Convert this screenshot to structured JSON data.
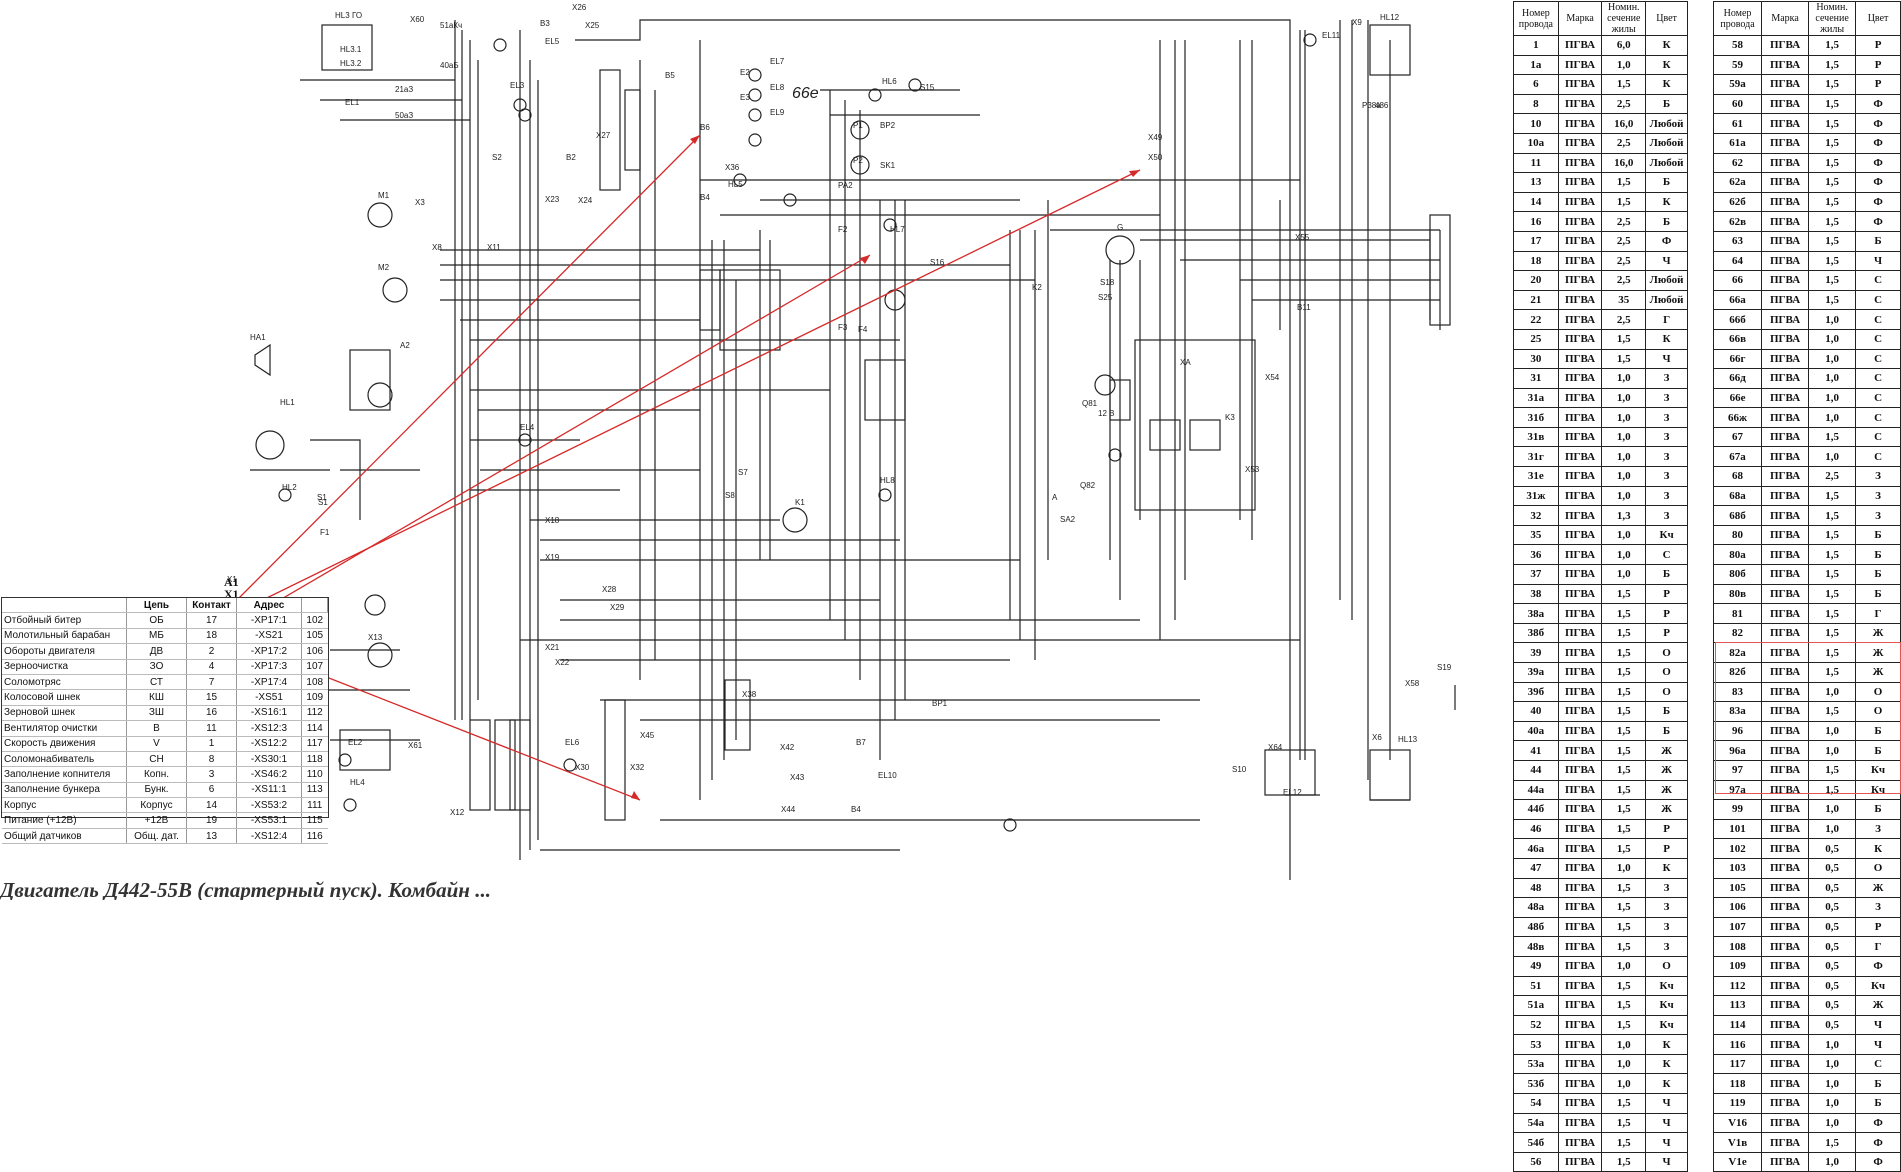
{
  "diagram": {
    "labels": [
      "HL3",
      "ГО",
      "X60",
      "51аКч",
      "HL3.1",
      "HL3.2",
      "40аБ",
      "21аЗ",
      "50аЗ",
      "EL1",
      "EL3",
      "EL5",
      "X26",
      "X25",
      "B3",
      "M1",
      "X3",
      "X8",
      "X11",
      "S2",
      "M2",
      "X23",
      "B2",
      "X24",
      "X27",
      "B5",
      "66е",
      "EL7",
      "EL8",
      "EL9",
      "E2",
      "E3",
      "B6",
      "X36",
      "HL5",
      "B4",
      "HL6",
      "S15",
      "P1",
      "BP2",
      "P2",
      "SK1",
      "PA2",
      "HL7",
      "F2",
      "S16",
      "G",
      "S18",
      "S25",
      "K2",
      "F3",
      "F4",
      "A2",
      "HA1",
      "HL1",
      "HL2",
      "S1",
      "F1",
      "EL4",
      "S7",
      "S8",
      "K1",
      "X18",
      "X19",
      "X28",
      "X29",
      "X21",
      "X22",
      "HL8",
      "X38",
      "BP1",
      "X42",
      "B7",
      "X43",
      "B4",
      "X44",
      "X45",
      "EL10",
      "X13",
      "EL2",
      "HL4",
      "X61",
      "X12",
      "X30",
      "EL6",
      "X32",
      "S10",
      "X64",
      "EL12",
      "S19",
      "X58",
      "X6",
      "HL13",
      "X9",
      "X55",
      "B11",
      "X49",
      "X50",
      "EL11",
      "X1",
      "HL12",
      "S1",
      "XA",
      "K3",
      "X53",
      "X54",
      "Q81",
      "Q82",
      "SA2",
      "A",
      "12 В",
      "P38а",
      "486"
    ]
  },
  "legend": {
    "title1": "А1",
    "title2": "Х1",
    "headers": [
      "",
      "Цепь",
      "Контакт",
      "Адрес",
      ""
    ],
    "rows": [
      [
        "Отбойный битер",
        "ОБ",
        "17",
        "-XP17:1",
        "102"
      ],
      [
        "Молотильный барабан",
        "МБ",
        "18",
        "-XS21",
        "105"
      ],
      [
        "Обороты двигателя",
        "ДВ",
        "2",
        "-XP17:2",
        "106"
      ],
      [
        "Зерноочистка",
        "ЗО",
        "4",
        "-XP17:3",
        "107"
      ],
      [
        "Соломотряс",
        "СТ",
        "7",
        "-XP17:4",
        "108"
      ],
      [
        "Колосовой шнек",
        "КШ",
        "15",
        "-XS51",
        "109"
      ],
      [
        "Зерновой шнек",
        "ЗШ",
        "16",
        "-XS16:1",
        "112"
      ],
      [
        "Вентилятор очистки",
        "В",
        "11",
        "-XS12:3",
        "114"
      ],
      [
        "Скорость движения",
        "V",
        "1",
        "-XS12:2",
        "117"
      ],
      [
        "Соломонабиватель",
        "СН",
        "8",
        "-XS30:1",
        "118"
      ],
      [
        "Заполнение копнителя",
        "Копн.",
        "3",
        "-XS46:2",
        "110"
      ],
      [
        "Заполнение бункера",
        "Бунк.",
        "6",
        "-XS11:1",
        "113"
      ],
      [
        "Корпус",
        "Корпус",
        "14",
        "-XS53:2",
        "111"
      ],
      [
        "Питание (+12В)",
        "+12В",
        "19",
        "-XS53:1",
        "115"
      ],
      [
        "Общий датчиков",
        "Общ. дат.",
        "13",
        "-XS12:4",
        "116"
      ]
    ]
  },
  "wire_table_1": {
    "headers": [
      "Номер провода",
      "Марка",
      "Номин. сечение жилы",
      "Цвет"
    ],
    "rows": [
      [
        "1",
        "ПГВА",
        "6,0",
        "К"
      ],
      [
        "1а",
        "ПГВА",
        "1,0",
        "К"
      ],
      [
        "6",
        "ПГВА",
        "1,5",
        "К"
      ],
      [
        "8",
        "ПГВА",
        "2,5",
        "Б"
      ],
      [
        "10",
        "ПГВА",
        "16,0",
        "Любой"
      ],
      [
        "10а",
        "ПГВА",
        "2,5",
        "Любой"
      ],
      [
        "11",
        "ПГВА",
        "16,0",
        "Любой"
      ],
      [
        "13",
        "ПГВА",
        "1,5",
        "Б"
      ],
      [
        "14",
        "ПГВА",
        "1,5",
        "К"
      ],
      [
        "16",
        "ПГВА",
        "2,5",
        "Б"
      ],
      [
        "17",
        "ПГВА",
        "2,5",
        "Ф"
      ],
      [
        "18",
        "ПГВА",
        "2,5",
        "Ч"
      ],
      [
        "20",
        "ПГВА",
        "2,5",
        "Любой"
      ],
      [
        "21",
        "ПГВА",
        "35",
        "Любой"
      ],
      [
        "22",
        "ПГВА",
        "2,5",
        "Г"
      ],
      [
        "25",
        "ПГВА",
        "1,5",
        "К"
      ],
      [
        "30",
        "ПГВА",
        "1,5",
        "Ч"
      ],
      [
        "31",
        "ПГВА",
        "1,0",
        "З"
      ],
      [
        "31а",
        "ПГВА",
        "1,0",
        "З"
      ],
      [
        "31б",
        "ПГВА",
        "1,0",
        "З"
      ],
      [
        "31в",
        "ПГВА",
        "1,0",
        "З"
      ],
      [
        "31г",
        "ПГВА",
        "1,0",
        "З"
      ],
      [
        "31е",
        "ПГВА",
        "1,0",
        "З"
      ],
      [
        "31ж",
        "ПГВА",
        "1,0",
        "З"
      ],
      [
        "32",
        "ПГВА",
        "1,3",
        "З"
      ],
      [
        "35",
        "ПГВА",
        "1,0",
        "Кч"
      ],
      [
        "36",
        "ПГВА",
        "1,0",
        "С"
      ],
      [
        "37",
        "ПГВА",
        "1,0",
        "Б"
      ],
      [
        "38",
        "ПГВА",
        "1,5",
        "Р"
      ],
      [
        "38а",
        "ПГВА",
        "1,5",
        "Р"
      ],
      [
        "38б",
        "ПГВА",
        "1,5",
        "Р"
      ],
      [
        "39",
        "ПГВА",
        "1,5",
        "О"
      ],
      [
        "39а",
        "ПГВА",
        "1,5",
        "О"
      ],
      [
        "39б",
        "ПГВА",
        "1,5",
        "О"
      ],
      [
        "40",
        "ПГВА",
        "1,5",
        "Б"
      ],
      [
        "40а",
        "ПГВА",
        "1,5",
        "Б"
      ],
      [
        "41",
        "ПГВА",
        "1,5",
        "Ж"
      ],
      [
        "44",
        "ПГВА",
        "1,5",
        "Ж"
      ],
      [
        "44а",
        "ПГВА",
        "1,5",
        "Ж"
      ],
      [
        "44б",
        "ПГВА",
        "1,5",
        "Ж"
      ],
      [
        "46",
        "ПГВА",
        "1,5",
        "Р"
      ],
      [
        "46а",
        "ПГВА",
        "1,5",
        "Р"
      ],
      [
        "47",
        "ПГВА",
        "1,0",
        "К"
      ],
      [
        "48",
        "ПГВА",
        "1,5",
        "З"
      ],
      [
        "48а",
        "ПГВА",
        "1,5",
        "З"
      ],
      [
        "48б",
        "ПГВА",
        "1,5",
        "З"
      ],
      [
        "48в",
        "ПГВА",
        "1,5",
        "З"
      ],
      [
        "49",
        "ПГВА",
        "1,0",
        "О"
      ],
      [
        "51",
        "ПГВА",
        "1,5",
        "Кч"
      ],
      [
        "51а",
        "ПГВА",
        "1,5",
        "Кч"
      ],
      [
        "52",
        "ПГВА",
        "1,5",
        "Кч"
      ],
      [
        "53",
        "ПГВА",
        "1,0",
        "К"
      ],
      [
        "53а",
        "ПГВА",
        "1,0",
        "К"
      ],
      [
        "53б",
        "ПГВА",
        "1,0",
        "К"
      ],
      [
        "54",
        "ПГВА",
        "1,5",
        "Ч"
      ],
      [
        "54а",
        "ПГВА",
        "1,5",
        "Ч"
      ],
      [
        "54б",
        "ПГВА",
        "1,5",
        "Ч"
      ],
      [
        "56",
        "ПГВА",
        "1,5",
        "Ч"
      ]
    ]
  },
  "wire_table_2": {
    "headers": [
      "Номер провода",
      "Марка",
      "Номин. сечение жилы",
      "Цвет"
    ],
    "rows": [
      [
        "58",
        "ПГВА",
        "1,5",
        "Р"
      ],
      [
        "59",
        "ПГВА",
        "1,5",
        "Р"
      ],
      [
        "59а",
        "ПГВА",
        "1,5",
        "Р"
      ],
      [
        "60",
        "ПГВА",
        "1,5",
        "Ф"
      ],
      [
        "61",
        "ПГВА",
        "1,5",
        "Ф"
      ],
      [
        "61а",
        "ПГВА",
        "1,5",
        "Ф"
      ],
      [
        "62",
        "ПГВА",
        "1,5",
        "Ф"
      ],
      [
        "62а",
        "ПГВА",
        "1,5",
        "Ф"
      ],
      [
        "62б",
        "ПГВА",
        "1,5",
        "Ф"
      ],
      [
        "62в",
        "ПГВА",
        "1,5",
        "Ф"
      ],
      [
        "63",
        "ПГВА",
        "1,5",
        "Б"
      ],
      [
        "64",
        "ПГВА",
        "1,5",
        "Ч"
      ],
      [
        "66",
        "ПГВА",
        "1,5",
        "С"
      ],
      [
        "66а",
        "ПГВА",
        "1,5",
        "С"
      ],
      [
        "66б",
        "ПГВА",
        "1,0",
        "С"
      ],
      [
        "66в",
        "ПГВА",
        "1,0",
        "С"
      ],
      [
        "66г",
        "ПГВА",
        "1,0",
        "С"
      ],
      [
        "66д",
        "ПГВА",
        "1,0",
        "С"
      ],
      [
        "66е",
        "ПГВА",
        "1,0",
        "С"
      ],
      [
        "66ж",
        "ПГВА",
        "1,0",
        "С"
      ],
      [
        "67",
        "ПГВА",
        "1,5",
        "С"
      ],
      [
        "67а",
        "ПГВА",
        "1,0",
        "С"
      ],
      [
        "68",
        "ПГВА",
        "2,5",
        "З"
      ],
      [
        "68а",
        "ПГВА",
        "1,5",
        "З"
      ],
      [
        "68б",
        "ПГВА",
        "1,5",
        "З"
      ],
      [
        "80",
        "ПГВА",
        "1,5",
        "Б"
      ],
      [
        "80а",
        "ПГВА",
        "1,5",
        "Б"
      ],
      [
        "80б",
        "ПГВА",
        "1,5",
        "Б"
      ],
      [
        "80в",
        "ПГВА",
        "1,5",
        "Б"
      ],
      [
        "81",
        "ПГВА",
        "1,5",
        "Г"
      ],
      [
        "82",
        "ПГВА",
        "1,5",
        "Ж"
      ],
      [
        "82а",
        "ПГВА",
        "1,5",
        "Ж"
      ],
      [
        "82б",
        "ПГВА",
        "1,5",
        "Ж"
      ],
      [
        "83",
        "ПГВА",
        "1,0",
        "О"
      ],
      [
        "83а",
        "ПГВА",
        "1,5",
        "О"
      ],
      [
        "96",
        "ПГВА",
        "1,0",
        "Б"
      ],
      [
        "96а",
        "ПГВА",
        "1,0",
        "Б"
      ],
      [
        "97",
        "ПГВА",
        "1,5",
        "Кч"
      ],
      [
        "97а",
        "ПГВА",
        "1,5",
        "Кч"
      ],
      [
        "99",
        "ПГВА",
        "1,0",
        "Б"
      ],
      [
        "101",
        "ПГВА",
        "1,0",
        "З"
      ],
      [
        "102",
        "ПГВА",
        "0,5",
        "К"
      ],
      [
        "103",
        "ПГВА",
        "0,5",
        "О"
      ],
      [
        "105",
        "ПГВА",
        "0,5",
        "Ж"
      ],
      [
        "106",
        "ПГВА",
        "0,5",
        "З"
      ],
      [
        "107",
        "ПГВА",
        "0,5",
        "Р"
      ],
      [
        "108",
        "ПГВА",
        "0,5",
        "Г"
      ],
      [
        "109",
        "ПГВА",
        "0,5",
        "Ф"
      ],
      [
        "112",
        "ПГВА",
        "0,5",
        "Кч"
      ],
      [
        "113",
        "ПГВА",
        "0,5",
        "Ж"
      ],
      [
        "114",
        "ПГВА",
        "0,5",
        "Ч"
      ],
      [
        "116",
        "ПГВА",
        "1,0",
        "Ч"
      ],
      [
        "117",
        "ПГВА",
        "1,0",
        "С"
      ],
      [
        "118",
        "ПГВА",
        "1,0",
        "Б"
      ],
      [
        "119",
        "ПГВА",
        "1,0",
        "Б"
      ],
      [
        "V16",
        "ПГВА",
        "1,0",
        "Ф"
      ],
      [
        "V1в",
        "ПГВА",
        "1,5",
        "Ф"
      ],
      [
        "V1е",
        "ПГВА",
        "1,0",
        "Ф"
      ]
    ]
  },
  "caption": "Двигатель Д442-55В (стартерный пуск). Комбайн ...",
  "colors": {
    "ink": "#222222",
    "arrow": "#d62a2a",
    "box": "#e05555"
  }
}
